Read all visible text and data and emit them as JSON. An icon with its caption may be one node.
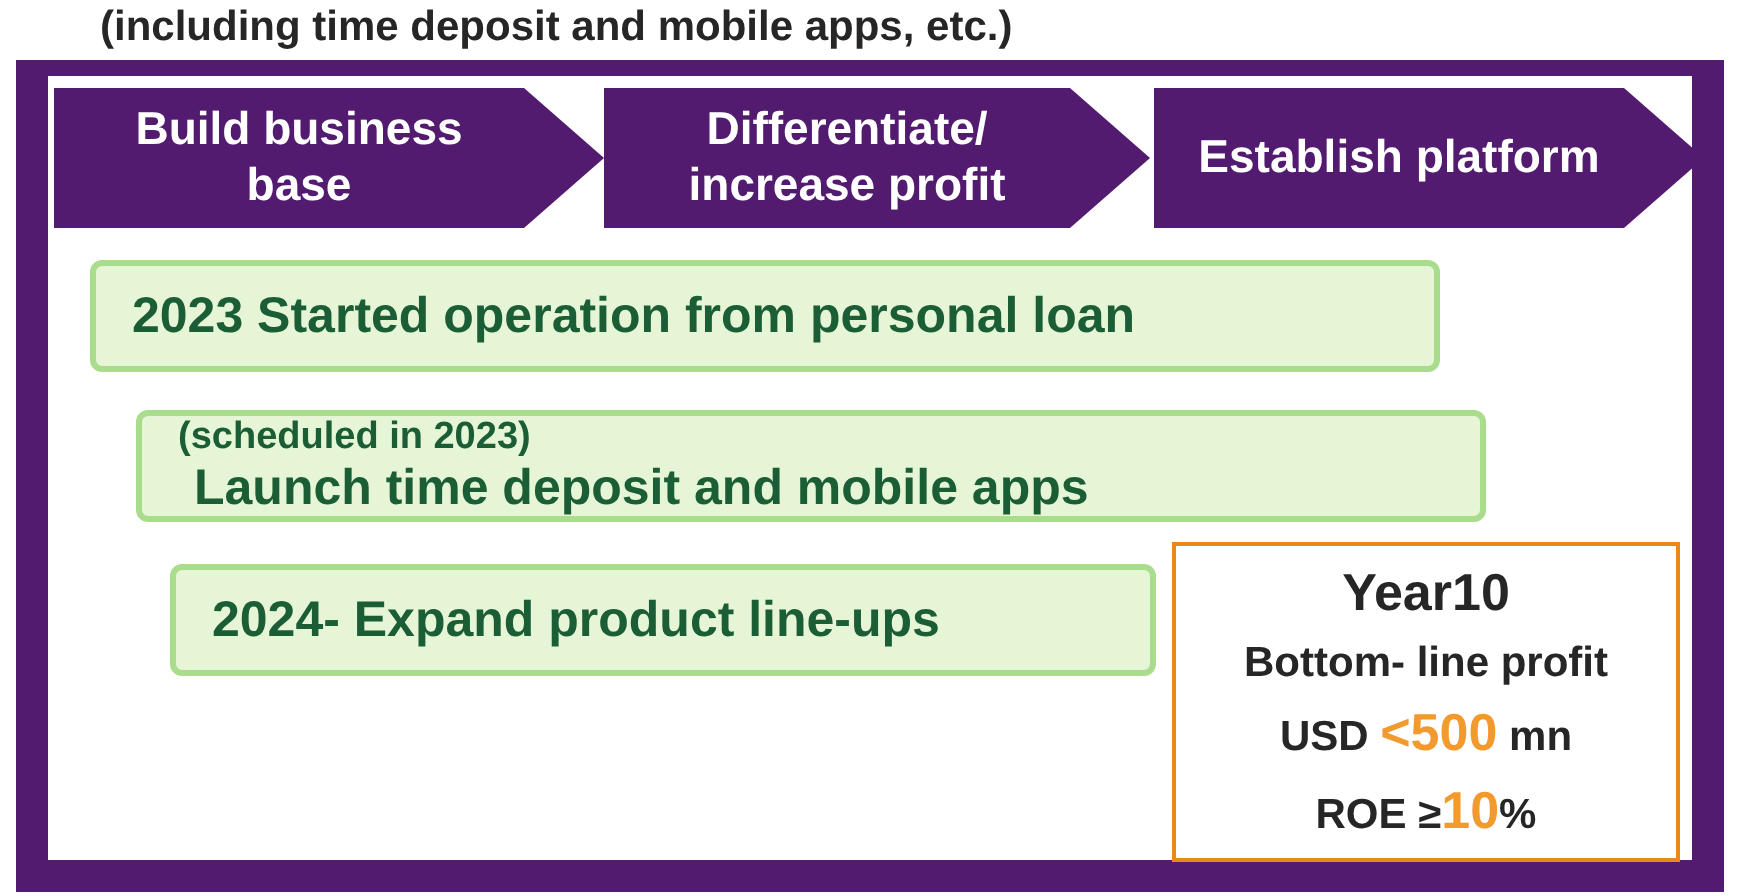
{
  "diagram": {
    "nodes": [
      {
        "text": [
          "Build business base"
        ]
      },
      {
        "text": [
          "Differentiate/ increase profit"
        ]
      },
      {
        "text": [
          "Establish platform"
        ]
      },
      {
        "text": [
          "2023 Started operation from personal loan"
        ]
      },
      {
        "text": [
          "(scheduled in 2023)",
          "Launch time deposit and mobile apps"
        ]
      },
      {
        "text": [
          "2024- Expand product line-ups"
        ]
      },
      {
        "text": [
          "Year10",
          "Bottom- line profit",
          "USD **<500** mn",
          "ROE ≥**10**%"
        ]
      }
    ],
    "labels": [
      "(including time deposit and mobile apps, etc.)"
    ]
  }
}
